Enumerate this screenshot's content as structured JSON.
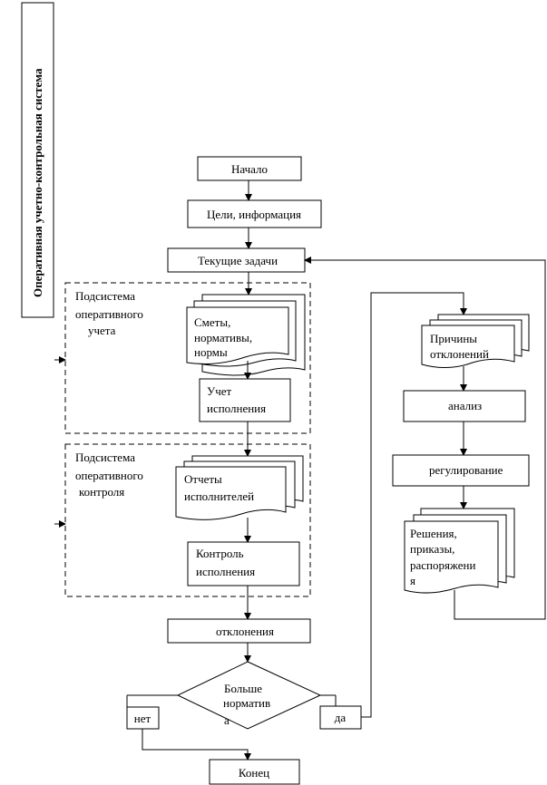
{
  "side_title": "Оперативная учетно-контрольная система",
  "nodes": {
    "start": "Начало",
    "goals": "Цели, информация",
    "current_tasks": "Текущие задачи",
    "estimates": [
      "Сметы,",
      "нормативы,",
      "нормы"
    ],
    "accounting_exec": [
      "Учет",
      "исполнения"
    ],
    "reports": [
      "Отчеты",
      "исполнителей"
    ],
    "control_exec": [
      "Контроль",
      "исполнения"
    ],
    "deviations": "отклонения",
    "decision": [
      "Больше",
      "норматив",
      "а"
    ],
    "no": "нет",
    "yes": "да",
    "end": "Конец",
    "causes": [
      "Причины",
      "отклонений"
    ],
    "analysis": "анализ",
    "regulation": "регулирование",
    "decisions": [
      "Решения,",
      "приказы,",
      "распоряжени",
      "я"
    ]
  },
  "subsystems": {
    "accounting": [
      "Подсистема",
      "оперативного",
      "учета"
    ],
    "control": [
      "Подсистема",
      "оперативного",
      "контроля"
    ]
  }
}
